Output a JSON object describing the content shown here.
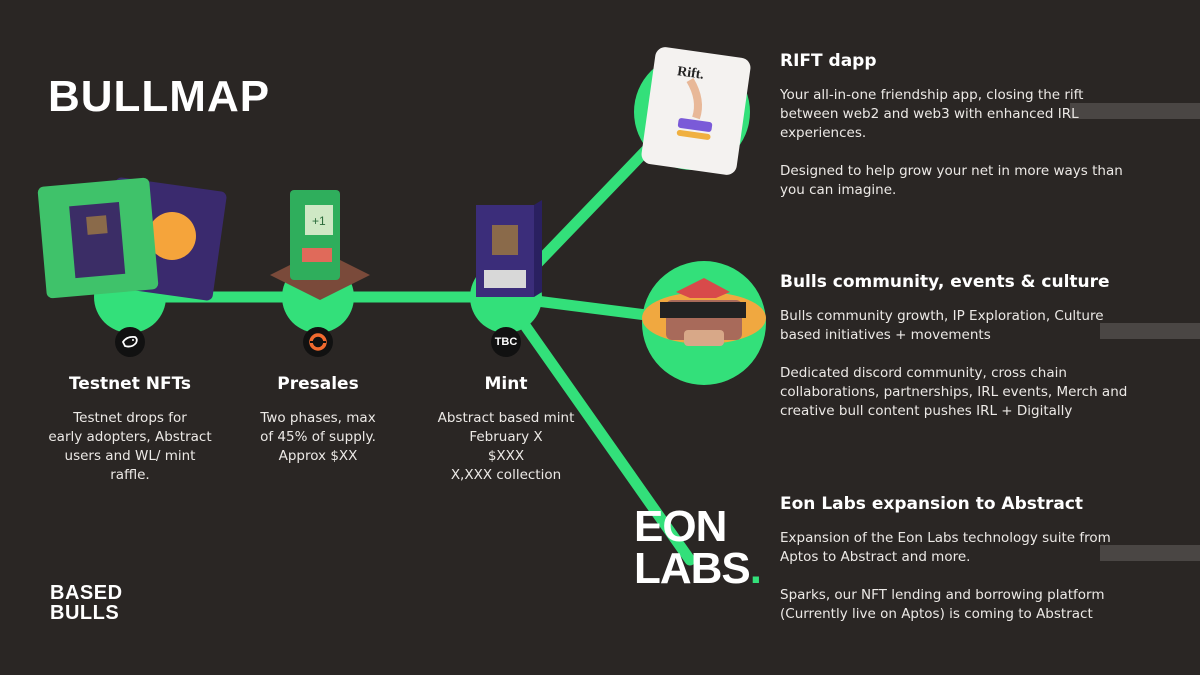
{
  "page": {
    "title": "BULLMAP"
  },
  "brand": {
    "line1": "BASED",
    "line2": "BULLS"
  },
  "stages": [
    {
      "title": "Testnet NFTs",
      "icon": "bird-icon",
      "lines": [
        "Testnet drops for",
        "early adopters, Abstract",
        "users and WL/ mint",
        "raffle."
      ]
    },
    {
      "title": "Presales",
      "icon": "ring-icon",
      "lines": [
        "Two phases, max",
        "of 45% of supply.",
        "Approx $XX"
      ]
    },
    {
      "title": "Mint",
      "badge": "TBC",
      "lines": [
        "Abstract based mint",
        "February X",
        "$XXX",
        "X,XXX collection"
      ]
    }
  ],
  "right": {
    "rift": {
      "title": "RIFT  dapp",
      "p1": [
        "Your all-in-one friendship app, closing the rift",
        "between web2 and web3 with enhanced IRL",
        "experiences."
      ],
      "p2": [
        "Designed to help grow your net in more ways than",
        "you can imagine."
      ],
      "phone_logo": "Rift."
    },
    "community": {
      "title": "Bulls community, events & culture",
      "p1": [
        "Bulls community growth, IP Exploration, Culture",
        "based initiatives + movements"
      ],
      "p2": [
        "Dedicated discord community, cross chain",
        "collaborations, partnerships, IRL events, Merch and",
        "creative bull content pushes IRL + Digitally"
      ]
    },
    "eon": {
      "title": "Eon Labs expansion to Abstract",
      "p1": [
        "Expansion of the Eon Labs technology suite from",
        "Aptos to Abstract and more."
      ],
      "p2": [
        "Sparks, our NFT lending and borrowing platform",
        "(Currently live on Aptos) is coming to Abstract"
      ],
      "logo_line1": "EON",
      "logo_line2": "LABS",
      "logo_dot": "."
    }
  },
  "colors": {
    "accent": "#33e07a",
    "background": "#2a2624",
    "bar": "#4a4644"
  }
}
